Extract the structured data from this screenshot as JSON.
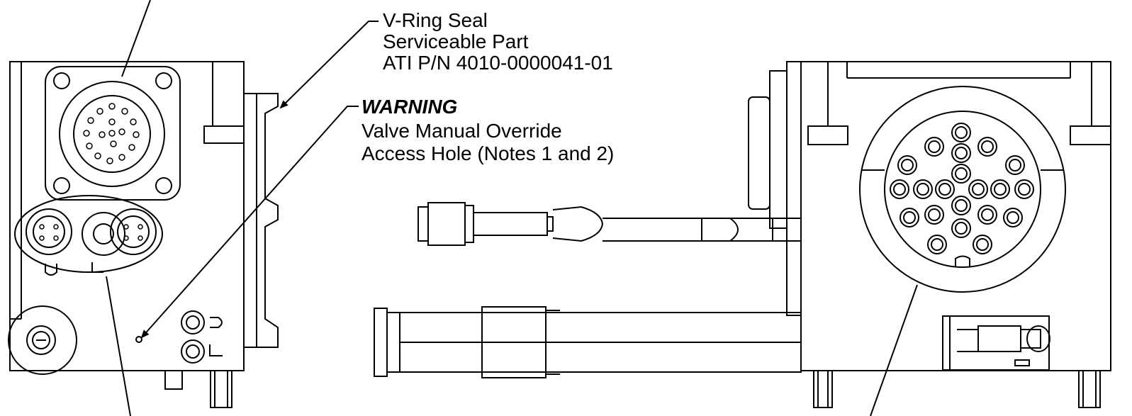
{
  "callouts": {
    "vring": {
      "line1": "V-Ring Seal",
      "line2": "Serviceable Part",
      "line3": "ATI P/N 4010-0000041-01"
    },
    "warning": {
      "title": "WARNING",
      "line1": "Valve Manual Override",
      "line2": "Access Hole (Notes 1 and 2)"
    }
  },
  "colors": {
    "line": "#000000",
    "background": "#ffffff"
  }
}
